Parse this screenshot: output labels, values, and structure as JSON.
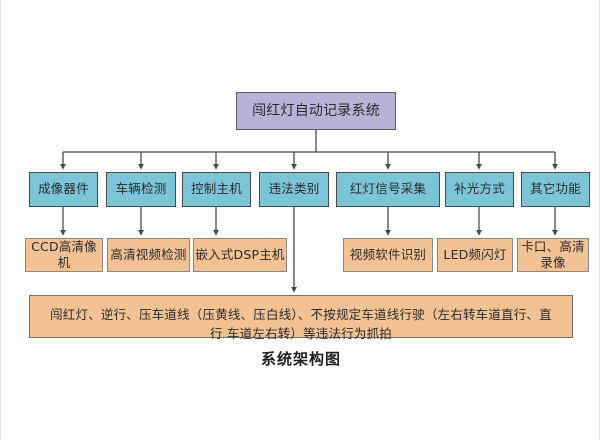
{
  "diagram": {
    "caption": "系统架构图",
    "colors": {
      "root_fill": "#b8b1d8",
      "level2_fill": "#7cc5d8",
      "level3_fill": "#f3c294",
      "summary_fill": "#f3c294",
      "stroke": "#4a4a4a",
      "background": "#ffffff"
    },
    "root": {
      "label": "闯红灯自动记录系统"
    },
    "level2": [
      {
        "label": "成像器件"
      },
      {
        "label": "车辆检测"
      },
      {
        "label": "控制主机"
      },
      {
        "label": "违法类别"
      },
      {
        "label": "红灯信号采集"
      },
      {
        "label": "补光方式"
      },
      {
        "label": "其它功能"
      }
    ],
    "level3": [
      {
        "label": "CCD高清像机"
      },
      {
        "label": "高清视频检测"
      },
      {
        "label": "嵌入式DSP主机"
      },
      {
        "label": "视频软件识别"
      },
      {
        "label": "LED频闪灯"
      },
      {
        "label": "卡口、高清录像"
      }
    ],
    "summary": {
      "line1": "闯红灯、逆行、压车道线（压黄线、压白线）、不按规定车道线行驶（左右转车道直行、直行",
      "line2": "车道左右转）等违法行为抓拍"
    }
  }
}
